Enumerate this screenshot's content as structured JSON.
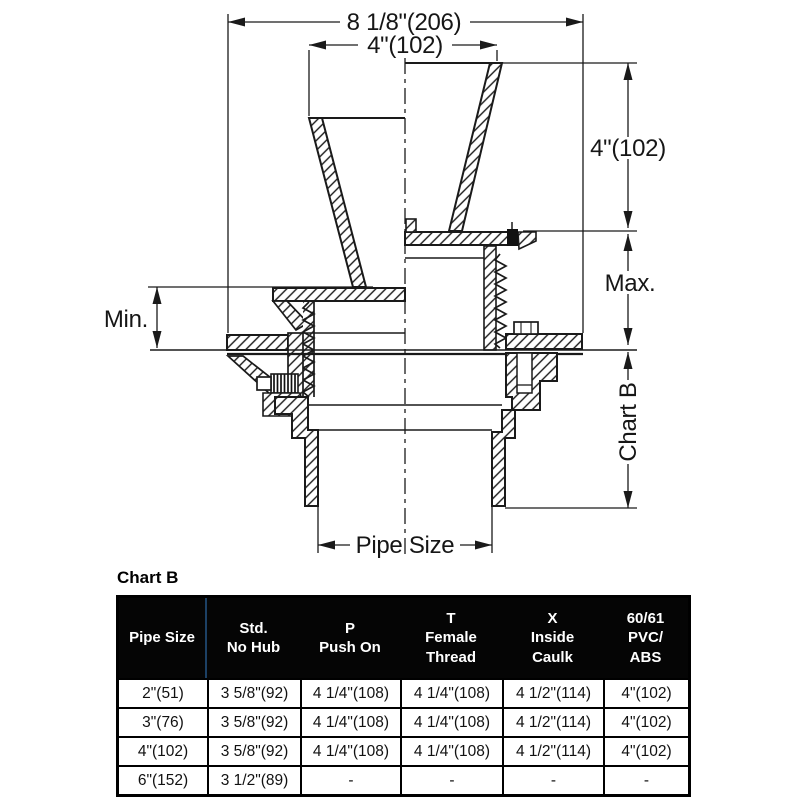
{
  "diagram": {
    "labels": {
      "overall_width": "8 1/8\"(206)",
      "funnel_width": "4\"(102)",
      "funnel_height": "4\"(102)",
      "max": "Max.",
      "min": "Min.",
      "chart_ref": "Chart B",
      "pipe_size": "Pipe Size"
    },
    "line_color": "#1a1a1a"
  },
  "table": {
    "title": "Chart B",
    "header_bg": "#000000",
    "header_fg": "#ffffff",
    "columns": [
      "Pipe Size",
      "Std.\nNo Hub",
      "P\nPush On",
      "T\nFemale\nThread",
      "X\nInside\nCaulk",
      "60/61\nPVC/\nABS"
    ],
    "rows": [
      [
        "2\"(51)",
        "3 5/8\"(92)",
        "4 1/4\"(108)",
        "4 1/4\"(108)",
        "4 1/2\"(114)",
        "4\"(102)"
      ],
      [
        "3\"(76)",
        "3 5/8\"(92)",
        "4 1/4\"(108)",
        "4 1/4\"(108)",
        "4 1/2\"(114)",
        "4\"(102)"
      ],
      [
        "4\"(102)",
        "3 5/8\"(92)",
        "4 1/4\"(108)",
        "4 1/4\"(108)",
        "4 1/2\"(114)",
        "4\"(102)"
      ],
      [
        "6\"(152)",
        "3 1/2\"(89)",
        "-",
        "-",
        "-",
        "-"
      ]
    ]
  }
}
